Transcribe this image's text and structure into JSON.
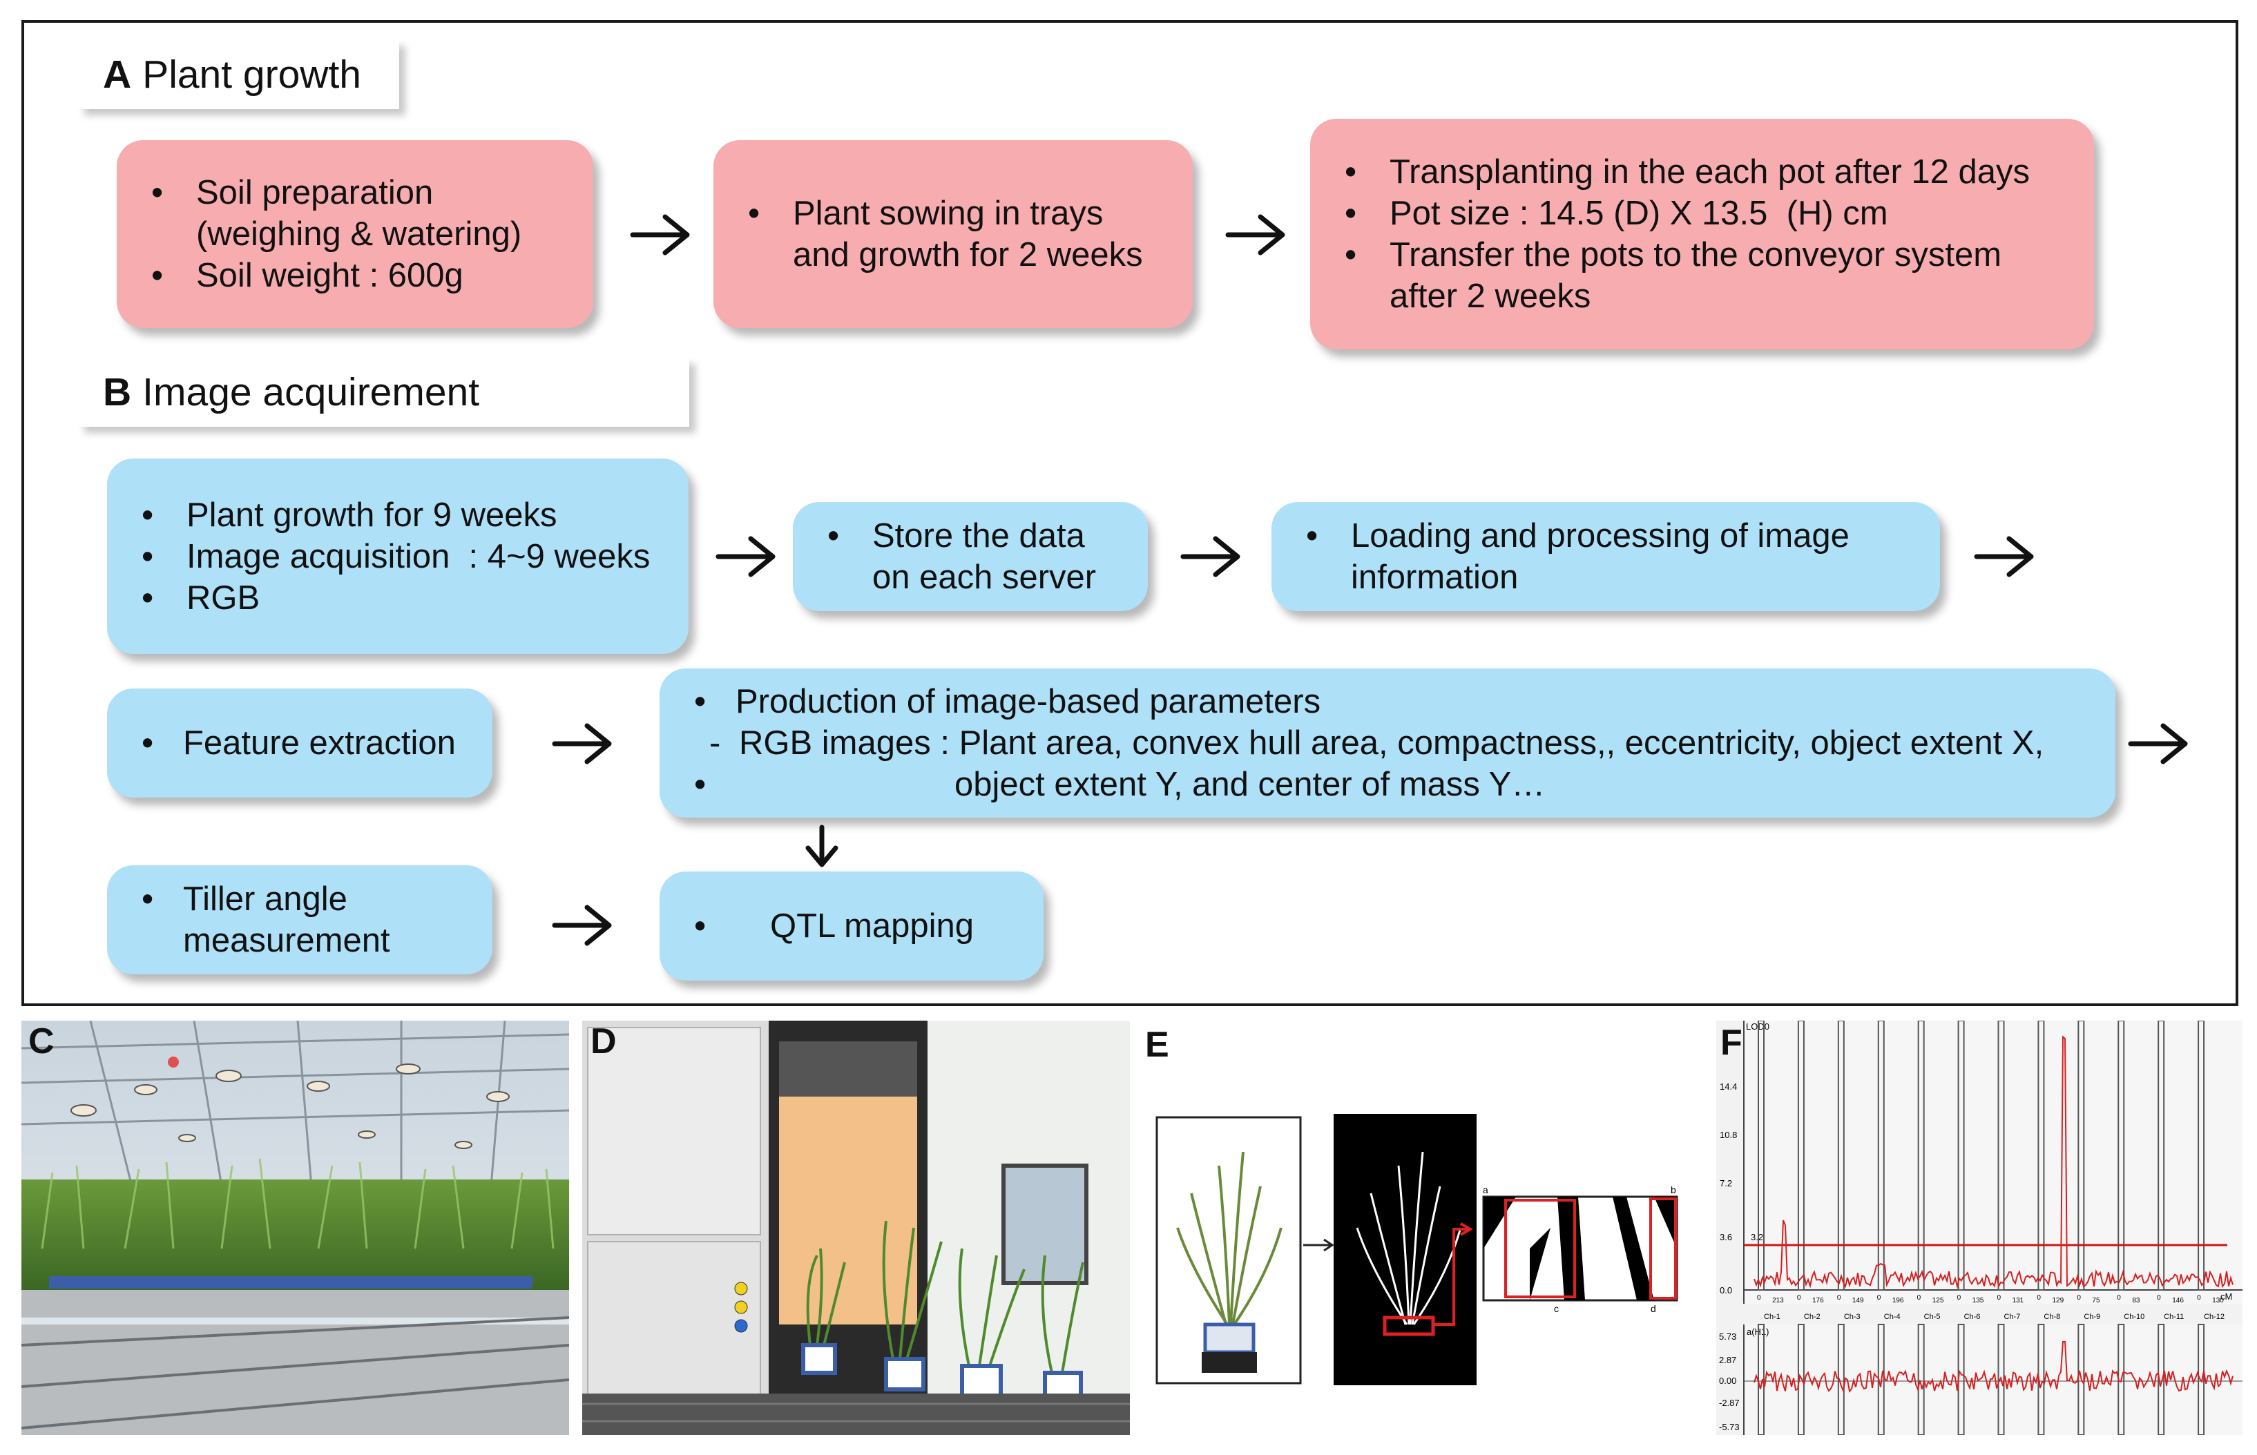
{
  "sections": {
    "a": {
      "letter": "A",
      "title": "Plant growth"
    },
    "b": {
      "letter": "B",
      "title": "Image acquirement"
    }
  },
  "boxes": {
    "soil": {
      "items": [
        "Soil preparation (weighing & watering)",
        "Soil weight : 600g"
      ]
    },
    "sowing": {
      "items": [
        "Plant sowing in trays and growth for 2 weeks"
      ]
    },
    "transplant": {
      "items": [
        "Transplanting in the each pot after 12 days",
        "Pot size : 14.5 (D) X 13.5  (H) cm",
        "Transfer the pots to the conveyor system after 2 weeks"
      ]
    },
    "growth": {
      "items": [
        "Plant growth for 9 weeks",
        "Image acquisition  : 4~9 weeks",
        "RGB"
      ]
    },
    "store": {
      "items": [
        "Store the data on each server"
      ]
    },
    "loading": {
      "items": [
        "Loading and processing of image information"
      ]
    },
    "feature": {
      "items": [
        "Feature extraction"
      ]
    },
    "production": {
      "title": "Production of  image-based parameters",
      "line1": "RGB images : Plant area, convex hull area, compactness,, eccentricity, object extent X,",
      "line2": "object extent Y, and center of mass Y…"
    },
    "tiller": {
      "items": [
        "Tiller angle measurement"
      ]
    },
    "qtl": {
      "items": [
        "QTL mapping"
      ]
    }
  },
  "panels": {
    "c": "C",
    "d": "D",
    "e": {
      "label": "E",
      "points": [
        "a",
        "b",
        "c",
        "d"
      ]
    },
    "f": {
      "label": "F",
      "lod_axis": "LOD0",
      "lod_ticks": [
        "14.4",
        "10.8",
        "7.2",
        "3.6",
        "0.0"
      ],
      "threshold": "3.2",
      "effect_axis": "a(H1)",
      "effect_ticks": [
        "5.73",
        "2.87",
        "0.00",
        "-2.87",
        "-5.73"
      ],
      "chromosomes": [
        "Ch-1",
        "Ch-2",
        "Ch-3",
        "Ch-4",
        "Ch-5",
        "Ch-6",
        "Ch-7",
        "Ch-8",
        "Ch-9",
        "Ch-10",
        "Ch-11",
        "Ch-12"
      ],
      "cm_ticks": [
        "0",
        "213",
        "0",
        "176",
        "0",
        "149",
        "0",
        "196",
        "0",
        "125",
        "0",
        "135",
        "0",
        "131",
        "0",
        "129",
        "0",
        "75",
        "0",
        "83",
        "0",
        "146",
        "0",
        "130"
      ],
      "cm_unit": "cM"
    }
  },
  "colors": {
    "pink": "#f7adb0",
    "blue": "#aee0f8",
    "qtl_red": "#d62020"
  }
}
